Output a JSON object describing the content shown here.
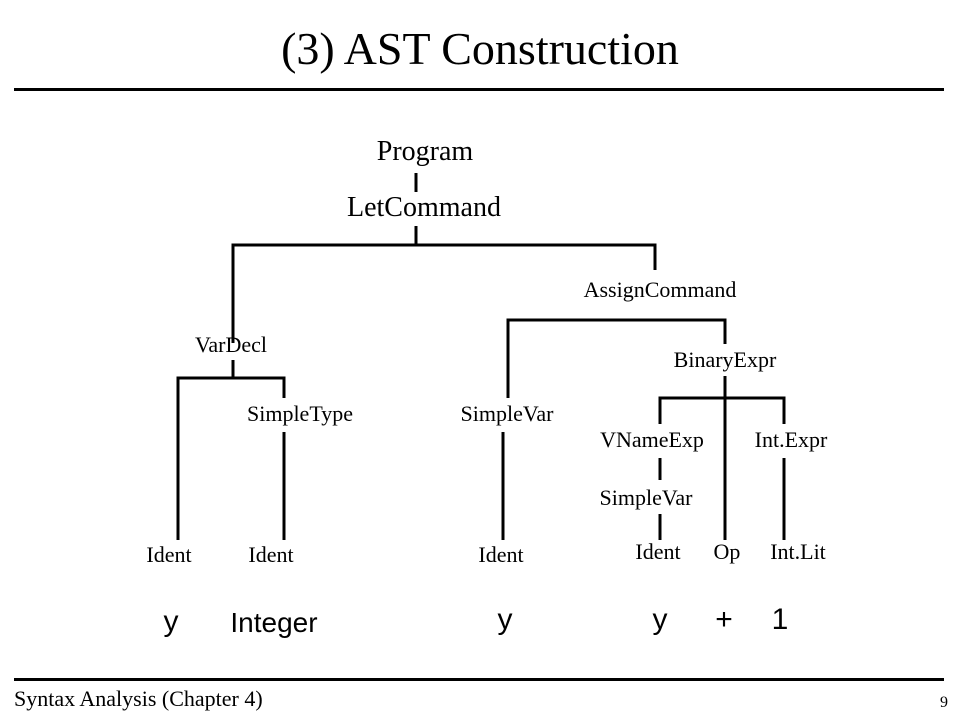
{
  "slide": {
    "title": "(3) AST Construction",
    "footer": "Syntax Analysis (Chapter 4)",
    "page_number": "9"
  },
  "tree": {
    "program": "Program",
    "let_command": "LetCommand",
    "assign_command": "AssignCommand",
    "var_decl": "VarDecl",
    "binary_expr": "BinaryExpr",
    "simple_type": "SimpleType",
    "simple_var_left": "SimpleVar",
    "vname_exp": "VNameExp",
    "int_expr": "Int.Expr",
    "simple_var_inner": "SimpleVar",
    "ident_1": "Ident",
    "ident_2": "Ident",
    "ident_3": "Ident",
    "ident_4": "Ident",
    "op": "Op",
    "int_lit": "Int.Lit"
  },
  "tokens": {
    "y1": "y",
    "integer": "Integer",
    "y2": "y",
    "y3": "y",
    "plus": "+",
    "one": "1"
  }
}
